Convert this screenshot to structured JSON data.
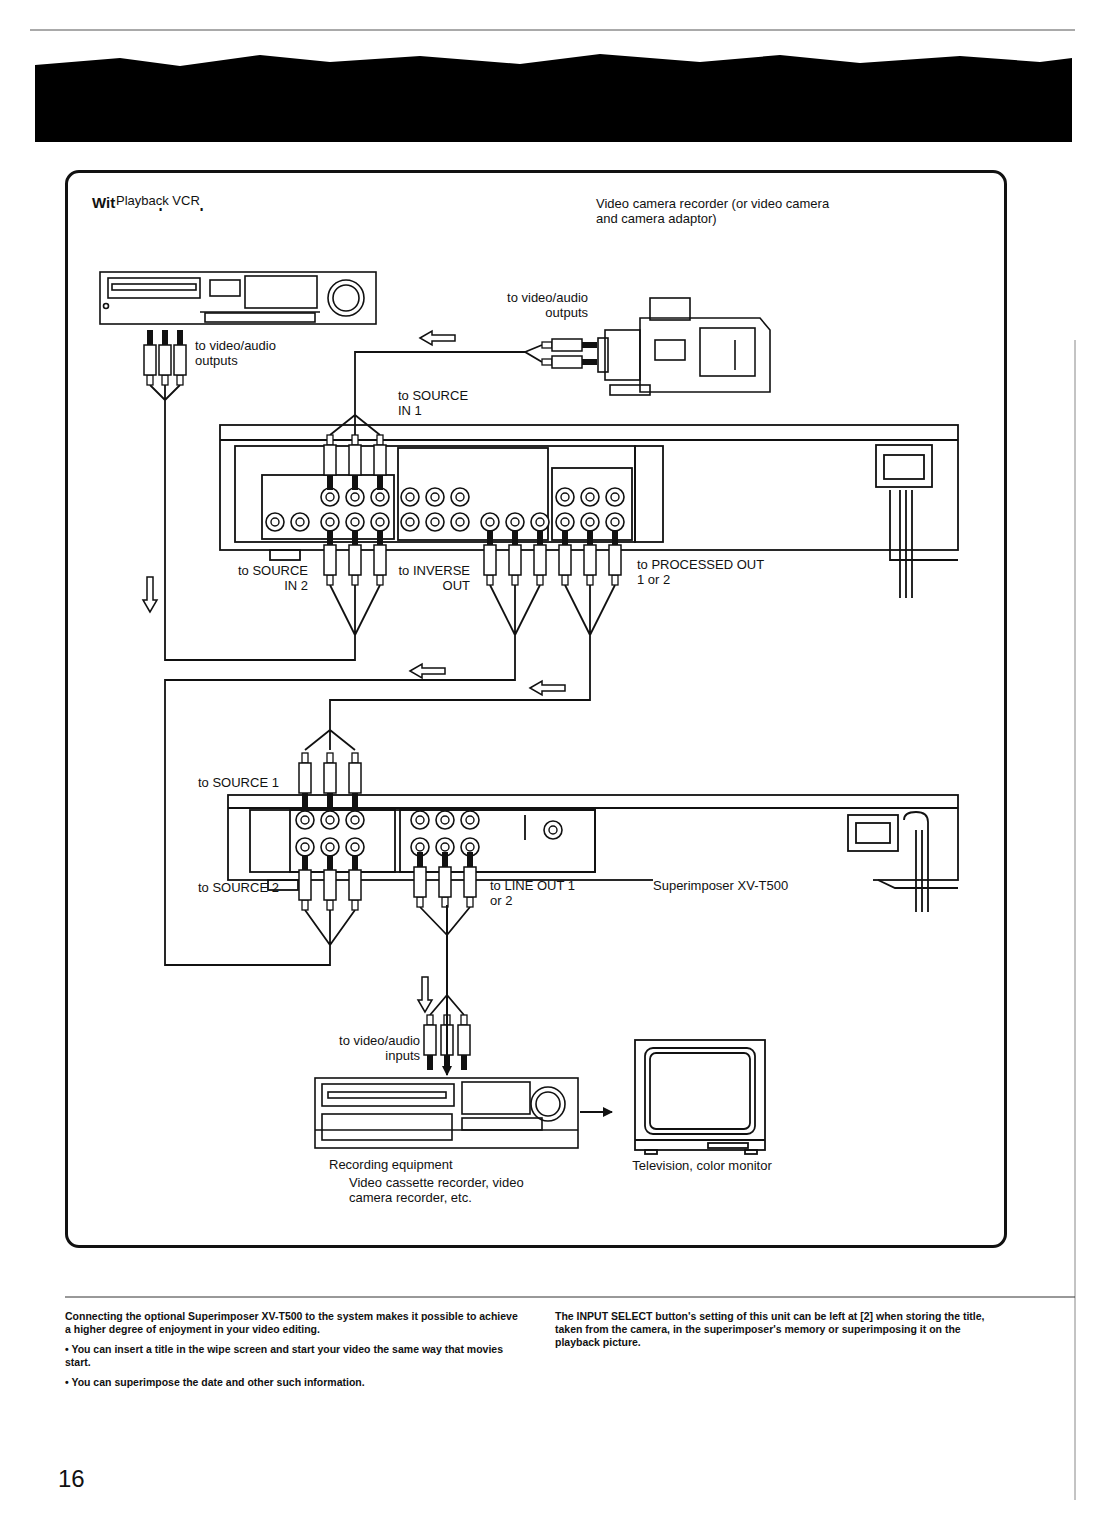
{
  "diagram": {
    "nodes": [
      {
        "text": [
          "With a superimposer"
        ]
      },
      {
        "text": [
          "Playback VCR"
        ],
        "in": 0
      },
      {
        "text": [
          "Video camera recorder (or video camera and camera adaptor)"
        ],
        "in": 0
      },
      {
        "text": [
          "Superimposer XV-T500"
        ],
        "in": 0
      },
      {
        "text": [
          "Recording equipment",
          "Video cassette recorder, video camera recorder, etc."
        ],
        "in": 0
      },
      {
        "text": [
          "Television, color monitor"
        ],
        "in": 0
      }
    ],
    "edges": [
      {
        "from": 3,
        "to": 4,
        "arrow": "to"
      },
      {
        "from": 4,
        "to": 5,
        "arrow": "to"
      }
    ],
    "labels": [
      "to video/audio outputs",
      "to video/audio outputs",
      "to SOURCE IN 1",
      "to SOURCE IN 2",
      "to INVERSE OUT",
      "to PROCESSED OUT 1 or 2",
      "to SOURCE 1",
      "to SOURCE 2",
      "to LINE OUT 1 or 2",
      "to video/audio inputs",
      "Connecting the optional Superimposer XV-T500 to the system makes it possible to achieve a higher degree of enjoyment in your video editing.",
      "• You can insert a title in the wipe screen and start your video the same way that movies start.",
      "• You can superimpose the date and other such information.",
      "The INPUT SELECT button's setting of this unit can be left at [2] when storing the title, taken from the camera, in the superimposer's memory or superimposing it on the playback picture.",
      "16"
    ]
  }
}
